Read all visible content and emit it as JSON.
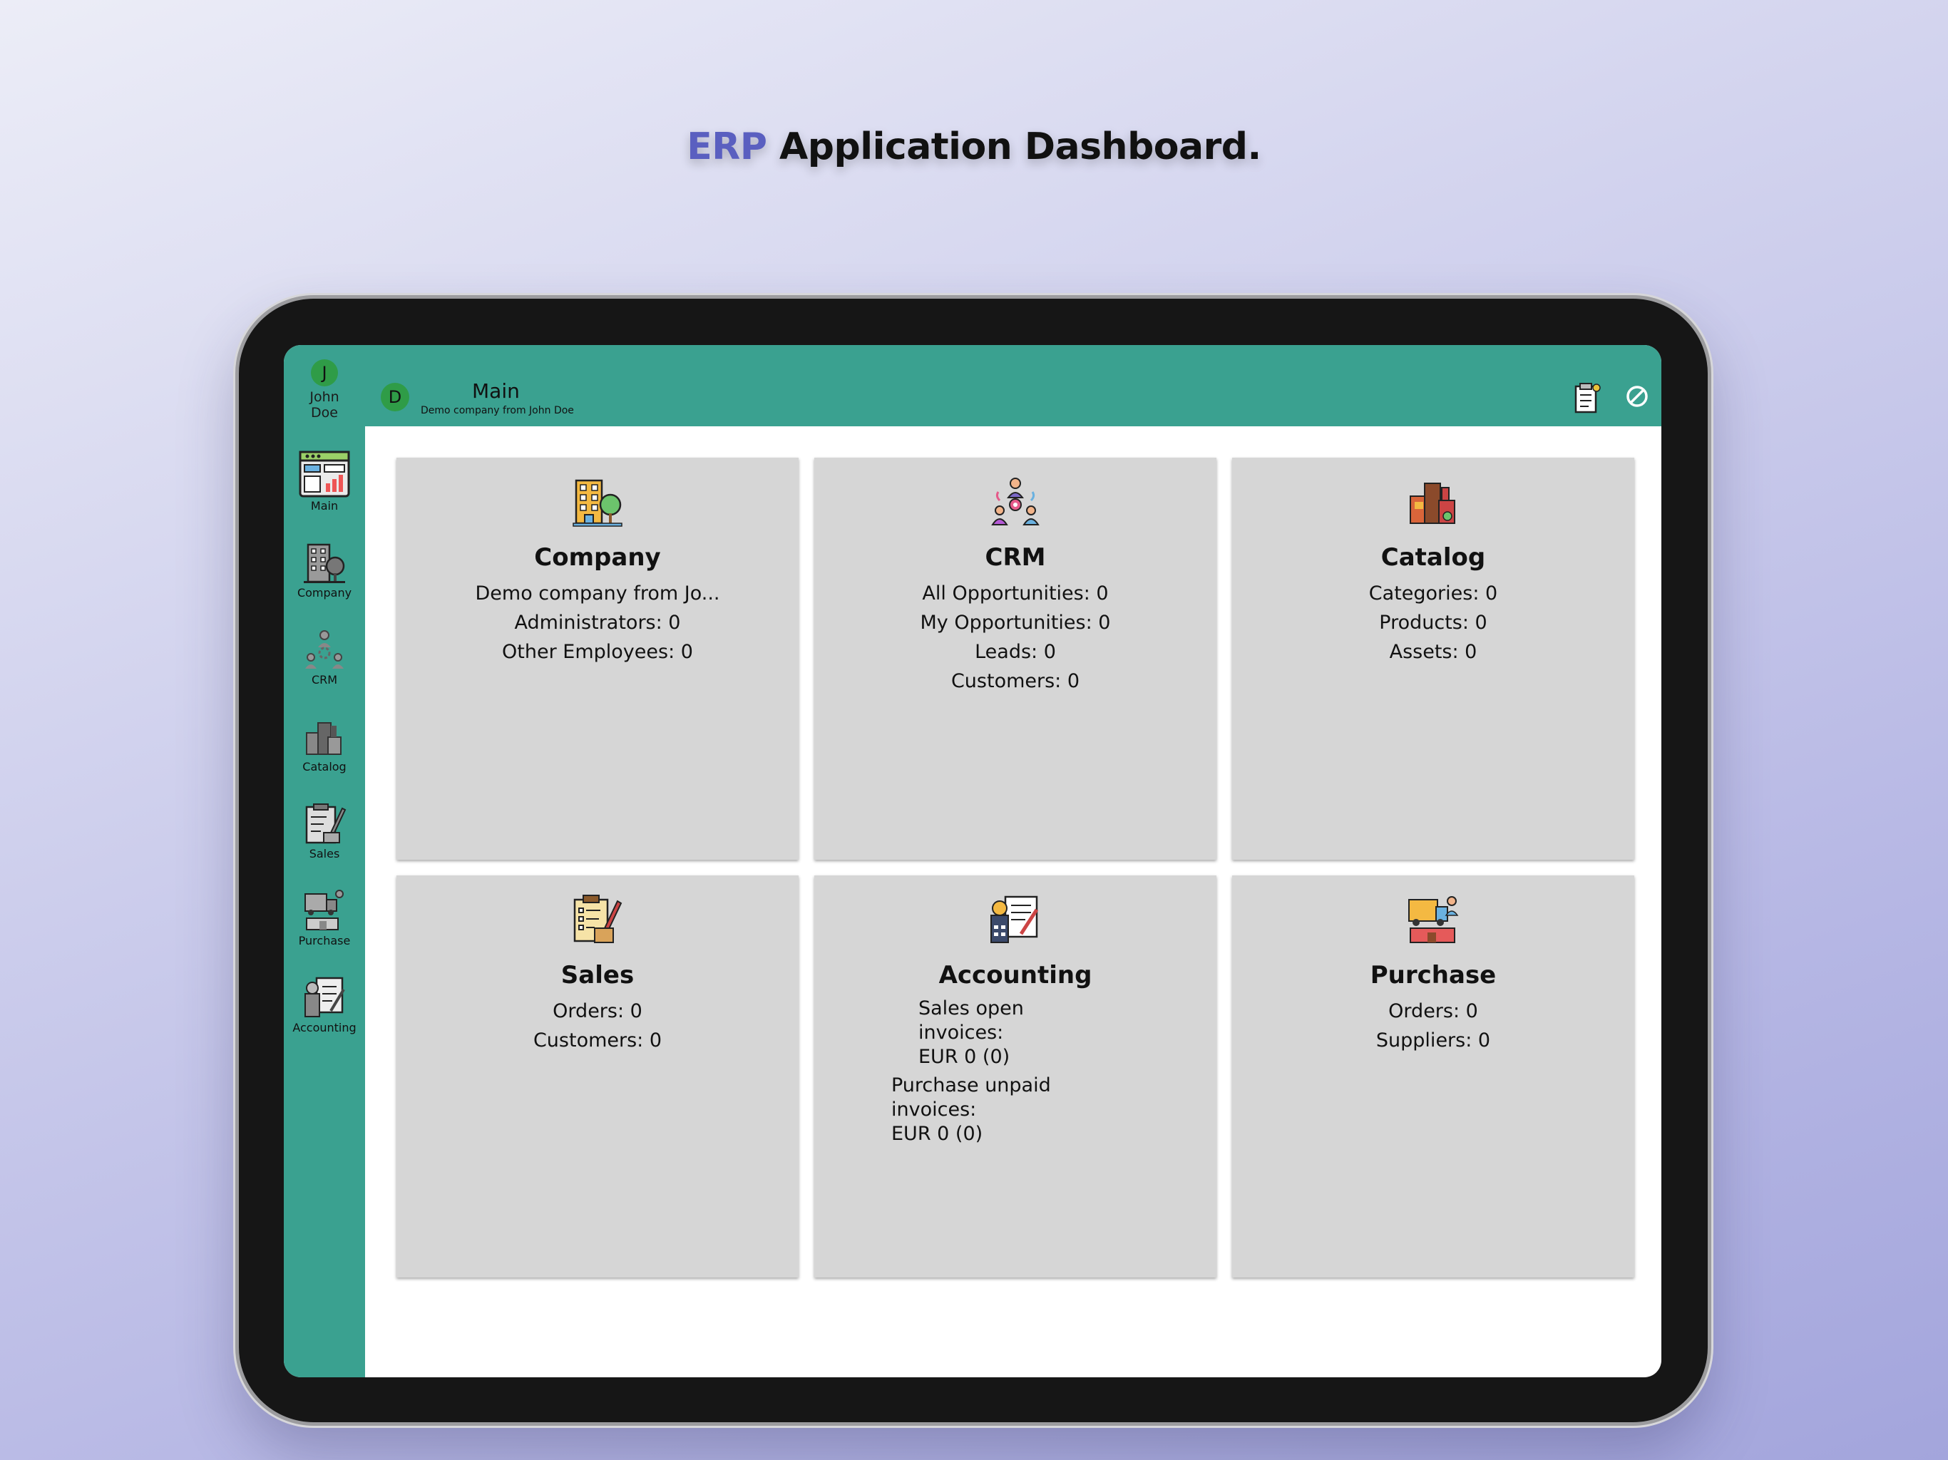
{
  "headline": {
    "accent": "ERP",
    "rest": " Application Dashboard."
  },
  "user": {
    "initial": "J",
    "name": "John\nDoe"
  },
  "sidebar": {
    "items": [
      {
        "label": "Main",
        "icon": "dashboard-icon"
      },
      {
        "label": "Company",
        "icon": "company-building-icon"
      },
      {
        "label": "CRM",
        "icon": "crm-team-icon"
      },
      {
        "label": "Catalog",
        "icon": "catalog-products-icon"
      },
      {
        "label": "Sales",
        "icon": "sales-clipboard-icon"
      },
      {
        "label": "Purchase",
        "icon": "purchase-truck-icon"
      },
      {
        "label": "Accounting",
        "icon": "accounting-calculator-icon"
      }
    ]
  },
  "header": {
    "company_initial": "D",
    "title": "Main",
    "subtitle": "Demo company from John Doe",
    "icons": [
      "notes-icon",
      "block-icon"
    ]
  },
  "cards": [
    {
      "title": "Company",
      "icon": "company-building-icon",
      "lines": [
        "Demo company from Jo...",
        "Administrators: 0",
        "Other Employees: 0"
      ]
    },
    {
      "title": "CRM",
      "icon": "crm-team-icon",
      "lines": [
        "All Opportunities: 0",
        "My Opportunities: 0",
        "Leads: 0",
        "Customers: 0"
      ]
    },
    {
      "title": "Catalog",
      "icon": "catalog-products-icon",
      "lines": [
        "Categories: 0",
        "Products: 0",
        "Assets: 0"
      ]
    },
    {
      "title": "Sales",
      "icon": "sales-clipboard-icon",
      "lines": [
        "Orders: 0",
        "Customers: 0"
      ]
    },
    {
      "title": "Accounting",
      "icon": "accounting-calculator-icon",
      "lines": [
        "Sales open invoices:",
        "EUR 0 (0)",
        "Purchase unpaid invoices:",
        "EUR 0 (0)"
      ]
    },
    {
      "title": "Purchase",
      "icon": "purchase-truck-icon",
      "lines": [
        "Orders: 0",
        "Suppliers: 0"
      ]
    }
  ],
  "colors": {
    "accent": "#5a5fc0",
    "teal": "#3aa190",
    "avatar": "#2f9c47",
    "card": "#d6d6d6"
  }
}
